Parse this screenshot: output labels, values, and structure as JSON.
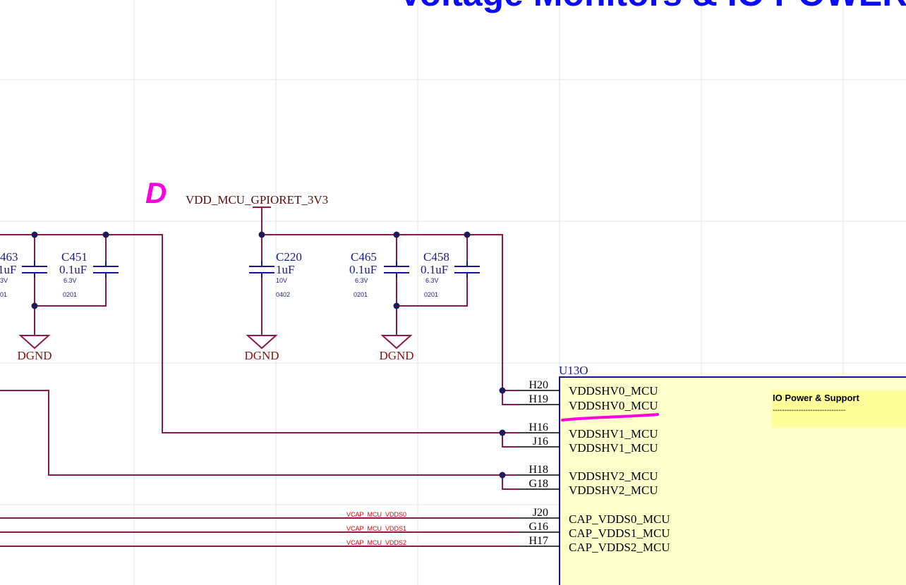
{
  "title": "Voltage Monitors & IO POWER",
  "colors": {
    "wire": "#8b1a4a",
    "component": "#1414a0",
    "text_blue": "#1a1a8c",
    "text_red": "#8b1010",
    "junction": "#1a1a5c",
    "markup": "#ff00dd",
    "grid": "#e6e6e6",
    "ic_fill": "#ffffcc",
    "title_blue": "#0a0aff",
    "net_label_red": "#e00000"
  },
  "power_net": {
    "label": "VDD_MCU_GPIORET_3V3",
    "markup_glyph": "D"
  },
  "capacitors": [
    {
      "ref": "463",
      "value": "1uF",
      "voltage": "3V",
      "package": "01"
    },
    {
      "ref": "C451",
      "value": "0.1uF",
      "voltage": "6.3V",
      "package": "0201"
    },
    {
      "ref": "C220",
      "value": "1uF",
      "voltage": "10V",
      "package": "0402"
    },
    {
      "ref": "C465",
      "value": "0.1uF",
      "voltage": "6.3V",
      "package": "0201"
    },
    {
      "ref": "C458",
      "value": "0.1uF",
      "voltage": "6.3V",
      "package": "0201"
    }
  ],
  "grounds": [
    "DGND",
    "DGND",
    "DGND"
  ],
  "ic": {
    "designator": "U13O",
    "section_title": "IO Power & Support",
    "section_underline": "-------------------------------",
    "pins": [
      {
        "number": "H20",
        "name": "VDDSHV0_MCU"
      },
      {
        "number": "H19",
        "name": "VDDSHV0_MCU"
      },
      {
        "number": "H16",
        "name": "VDDSHV1_MCU"
      },
      {
        "number": "J16",
        "name": "VDDSHV1_MCU"
      },
      {
        "number": "H18",
        "name": "VDDSHV2_MCU"
      },
      {
        "number": "G18",
        "name": "VDDSHV2_MCU"
      },
      {
        "number": "J20",
        "name": "CAP_VDDS0_MCU"
      },
      {
        "number": "G16",
        "name": "CAP_VDDS1_MCU"
      },
      {
        "number": "H17",
        "name": "CAP_VDDS2_MCU"
      }
    ]
  },
  "net_labels": [
    "VCAP_MCU_VDDS0",
    "VCAP_MCU_VDDS1",
    "VCAP_MCU_VDDS2"
  ]
}
